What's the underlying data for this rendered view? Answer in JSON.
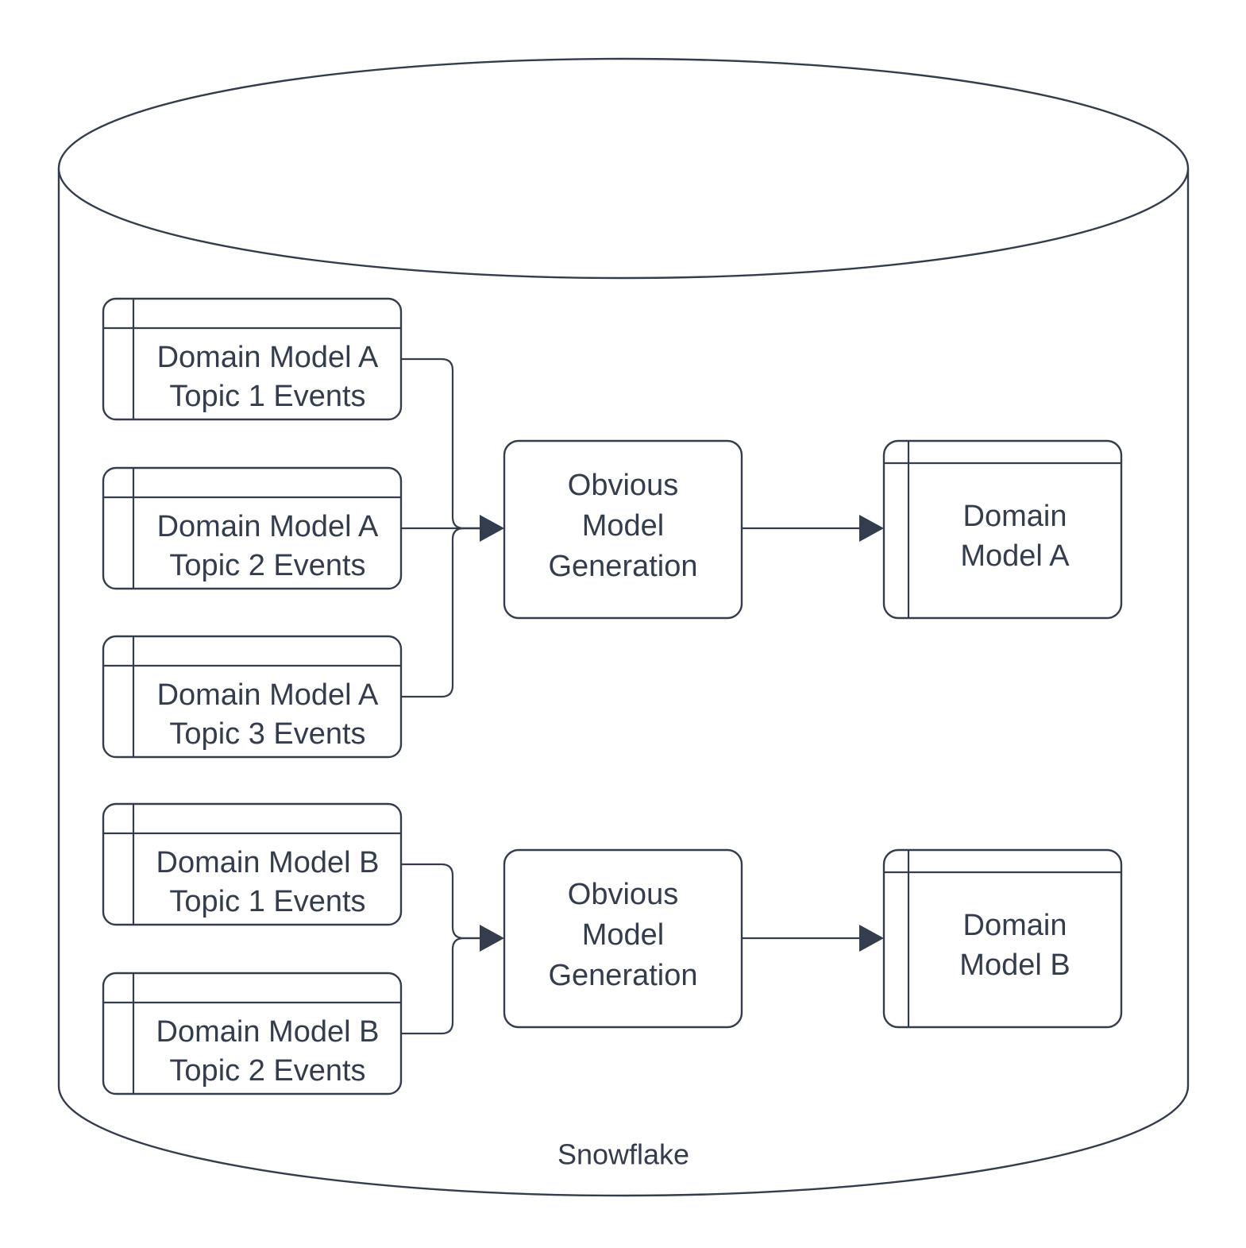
{
  "diagram": {
    "title": "Snowflake",
    "container": {
      "name": "Snowflake",
      "label": "Snowflake",
      "shape": "cylinder"
    },
    "colors": {
      "stroke": "#333d4d",
      "text": "#333d4d",
      "fill": "#ffffff",
      "background": "#ffffff"
    },
    "groups": [
      {
        "id": "group-a",
        "sources": [
          {
            "id": "a-topic-1",
            "line1": "Domain Model A",
            "line2": "Topic 1 Events"
          },
          {
            "id": "a-topic-2",
            "line1": "Domain Model A",
            "line2": "Topic 2 Events"
          },
          {
            "id": "a-topic-3",
            "line1": "Domain Model A",
            "line2": "Topic 3 Events"
          }
        ],
        "process": {
          "id": "process-a",
          "line1": "Obvious",
          "line2": "Model",
          "line3": "Generation"
        },
        "output": {
          "id": "domain-model-a",
          "line1": "Domain",
          "line2": "Model A"
        }
      },
      {
        "id": "group-b",
        "sources": [
          {
            "id": "b-topic-1",
            "line1": "Domain Model B",
            "line2": "Topic 1 Events"
          },
          {
            "id": "b-topic-2",
            "line1": "Domain Model B",
            "line2": "Topic 2 Events"
          }
        ],
        "process": {
          "id": "process-b",
          "line1": "Obvious",
          "line2": "Model",
          "line3": "Generation"
        },
        "output": {
          "id": "domain-model-b",
          "line1": "Domain",
          "line2": "Model B"
        }
      }
    ]
  }
}
